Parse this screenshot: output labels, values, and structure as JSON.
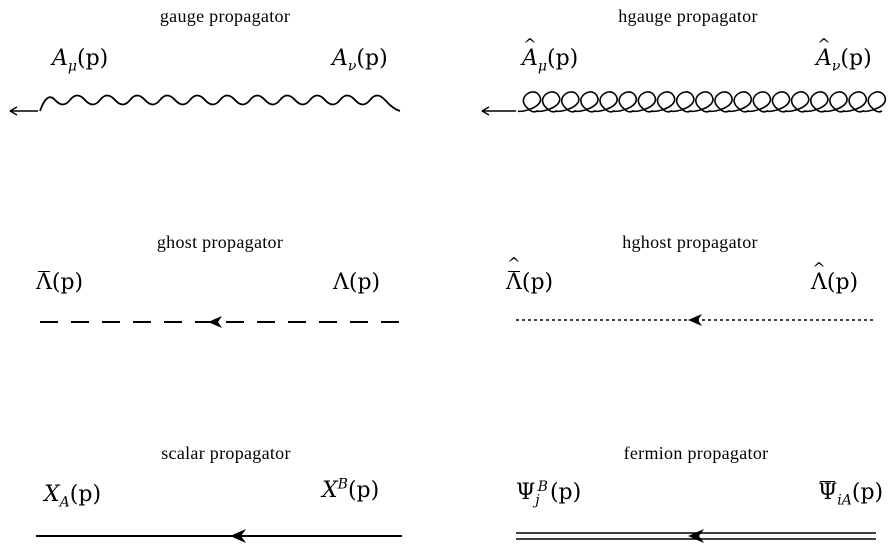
{
  "propagators": {
    "gauge": {
      "title": "gauge  propagator",
      "left": {
        "sym": "A",
        "sub": "μ",
        "arg": "(p)"
      },
      "right": {
        "sym": "A",
        "sub": "ν",
        "arg": "(p)"
      }
    },
    "hgauge": {
      "title": "hgauge  propagator",
      "left": {
        "sym": "A",
        "sub": "μ",
        "arg": "(p)"
      },
      "right": {
        "sym": "A",
        "sub": "ν",
        "arg": "(p)"
      }
    },
    "ghost": {
      "title": "ghost  propagator",
      "left": {
        "sym": "Λ",
        "arg": "(p)"
      },
      "right": {
        "sym": "Λ",
        "arg": "(p)"
      }
    },
    "hghost": {
      "title": "hghost  propagator",
      "left": {
        "sym": "Λ",
        "arg": "(p)"
      },
      "right": {
        "sym": "Λ",
        "arg": "(p)"
      }
    },
    "scalar": {
      "title": "scalar  propagator",
      "left": {
        "sym": "X",
        "sub": "A",
        "arg": "(p)"
      },
      "right": {
        "sym": "X",
        "sup": "B",
        "arg": "(p)"
      }
    },
    "fermion": {
      "title": "fermion  propagator",
      "left": {
        "sym": "Ψ",
        "sub": "j",
        "sup": "B",
        "arg": "(p)"
      },
      "right": {
        "sym": "Ψ",
        "sub": "iA",
        "arg": "(p)"
      }
    }
  }
}
